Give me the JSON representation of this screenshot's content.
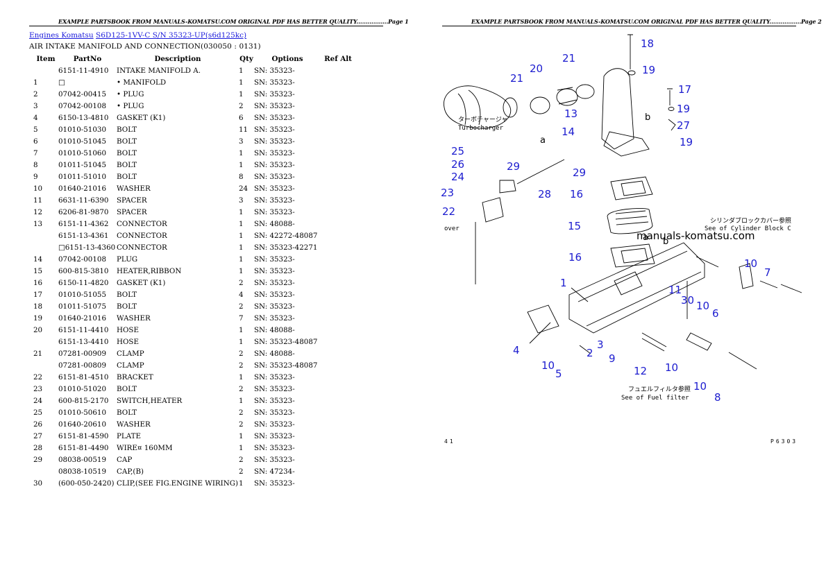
{
  "page1": {
    "header": "EXAMPLE PARTSBOOK FROM MANUALS-KOMATSU.COM ORIGINAL PDF HAS BETTER QUALITY.................Page 1",
    "breadcrumb": {
      "link1": "Engines Komatsu",
      "link2": "S6D125-1VV-C S/N 35323-UP(s6d125kc)"
    },
    "subtitle": "AIR INTAKE MANIFOLD AND CONNECTION(030050 : 0131)",
    "columns": [
      "Item",
      "PartNo",
      "Description",
      "Qty",
      "Options",
      "Ref Alt"
    ],
    "rows": [
      [
        "",
        "6151-11-4910",
        "INTAKE MANIFOLD A.",
        "1",
        "SN: 35323-",
        ""
      ],
      [
        "1",
        "□",
        "• MANIFOLD",
        "1",
        "SN: 35323-",
        ""
      ],
      [
        "2",
        "07042-00415",
        "• PLUG",
        "1",
        "SN: 35323-",
        ""
      ],
      [
        "3",
        "07042-00108",
        "• PLUG",
        "2",
        "SN: 35323-",
        ""
      ],
      [
        "4",
        "6150-13-4810",
        "GASKET (K1)",
        "6",
        "SN: 35323-",
        ""
      ],
      [
        "5",
        "01010-51030",
        "BOLT",
        "11",
        "SN: 35323-",
        ""
      ],
      [
        "6",
        "01010-51045",
        "BOLT",
        "3",
        "SN: 35323-",
        ""
      ],
      [
        "7",
        "01010-51060",
        "BOLT",
        "1",
        "SN: 35323-",
        ""
      ],
      [
        "8",
        "01011-51045",
        "BOLT",
        "1",
        "SN: 35323-",
        ""
      ],
      [
        "9",
        "01011-51010",
        "BOLT",
        "8",
        "SN: 35323-",
        ""
      ],
      [
        "10",
        "01640-21016",
        "WASHER",
        "24",
        "SN: 35323-",
        ""
      ],
      [
        "11",
        "6631-11-6390",
        "SPACER",
        "3",
        "SN: 35323-",
        ""
      ],
      [
        "12",
        "6206-81-9870",
        "SPACER",
        "1",
        "SN: 35323-",
        ""
      ],
      [
        "13",
        "6151-11-4362",
        "CONNECTOR",
        "1",
        "SN: 48088-",
        ""
      ],
      [
        "",
        "6151-13-4361",
        "CONNECTOR",
        "1",
        "SN: 42272-48087",
        ""
      ],
      [
        "",
        "□6151-13-4360",
        "CONNECTOR",
        "1",
        "SN: 35323-42271",
        ""
      ],
      [
        "14",
        "07042-00108",
        "PLUG",
        "1",
        "SN: 35323-",
        ""
      ],
      [
        "15",
        "600-815-3810",
        "HEATER,RIBBON",
        "1",
        "SN: 35323-",
        ""
      ],
      [
        "16",
        "6150-11-4820",
        "GASKET (K1)",
        "2",
        "SN: 35323-",
        ""
      ],
      [
        "17",
        "01010-51055",
        "BOLT",
        "4",
        "SN: 35323-",
        ""
      ],
      [
        "18",
        "01011-51075",
        "BOLT",
        "2",
        "SN: 35323-",
        ""
      ],
      [
        "19",
        "01640-21016",
        "WASHER",
        "7",
        "SN: 35323-",
        ""
      ],
      [
        "20",
        "6151-11-4410",
        "HOSE",
        "1",
        "SN: 48088-",
        ""
      ],
      [
        "",
        "6151-13-4410",
        "HOSE",
        "1",
        "SN: 35323-48087",
        ""
      ],
      [
        "21",
        "07281-00909",
        "CLAMP",
        "2",
        "SN: 48088-",
        ""
      ],
      [
        "",
        "07281-00809",
        "CLAMP",
        "2",
        "SN: 35323-48087",
        ""
      ],
      [
        "22",
        "6151-81-4510",
        "BRACKET",
        "1",
        "SN: 35323-",
        ""
      ],
      [
        "23",
        "01010-51020",
        "BOLT",
        "2",
        "SN: 35323-",
        ""
      ],
      [
        "24",
        "600-815-2170",
        "SWITCH,HEATER",
        "1",
        "SN: 35323-",
        ""
      ],
      [
        "25",
        "01010-50610",
        "BOLT",
        "2",
        "SN: 35323-",
        ""
      ],
      [
        "26",
        "01640-20610",
        "WASHER",
        "2",
        "SN: 35323-",
        ""
      ],
      [
        "27",
        "6151-81-4590",
        "PLATE",
        "1",
        "SN: 35323-",
        ""
      ],
      [
        "28",
        "6151-81-4490",
        "WIRE¤ 160MM",
        "1",
        "SN: 35323-",
        ""
      ],
      [
        "29",
        "08038-00519",
        "CAP",
        "2",
        "SN: 35323-",
        ""
      ],
      [
        "",
        "08038-10519",
        "CAP,(B)",
        "2",
        "SN: 47234-",
        ""
      ],
      [
        "30",
        "(600-050-2420)",
        "CLIP,(SEE FIG.ENGINE WIRING)",
        "1",
        "SN: 35323-",
        ""
      ]
    ]
  },
  "page2": {
    "header": "EXAMPLE PARTSBOOK FROM MANUALS-KOMATSU.COM ORIGINAL PDF HAS BETTER QUALITY.................Page 2",
    "diagram": {
      "callouts": [
        "18",
        "19",
        "21",
        "20",
        "21",
        "17",
        "13",
        "19",
        "27",
        "14",
        "19",
        "25",
        "26",
        "29",
        "24",
        "29",
        "23",
        "28",
        "16",
        "22",
        "15",
        "16",
        "1",
        "10",
        "7",
        "11",
        "30",
        "10",
        "6",
        "4",
        "3",
        "2",
        "10",
        "9",
        "12",
        "10",
        "5",
        "10",
        "8"
      ],
      "letters": [
        "a",
        "b",
        "a",
        "b"
      ],
      "turbo_jp": "ターボチャージャ",
      "turbo_en": "Turbocharger",
      "block_jp": "シリンダブロックカバー参照",
      "block_en": "See of Cylinder Block C",
      "cover_en": "over",
      "fuel_jp": "フュエルフィルタ参照",
      "fuel_en": "See of Fuel filter",
      "watermark": "manuals-komatsu.com"
    },
    "footer_left": "41",
    "footer_right": "P6303"
  }
}
